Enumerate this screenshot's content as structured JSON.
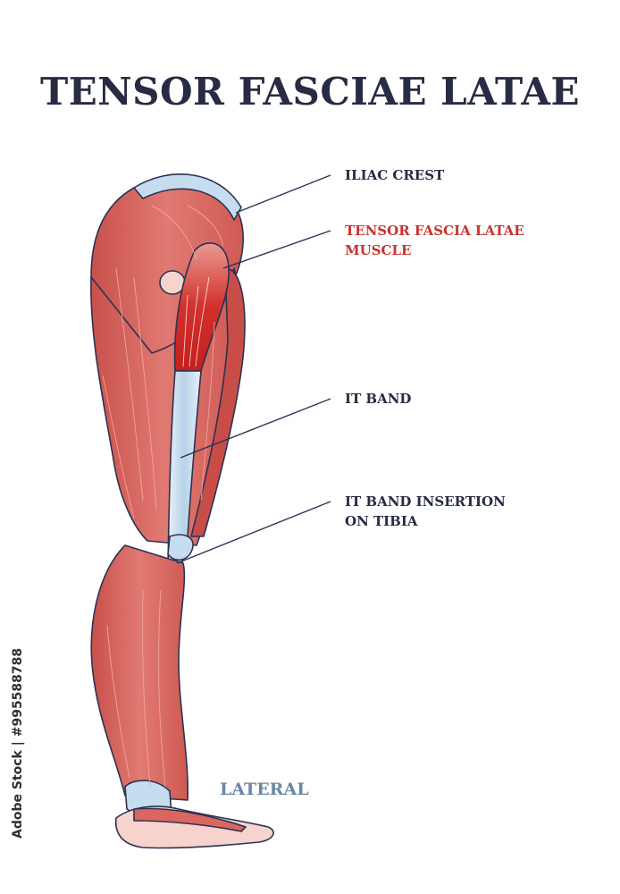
{
  "title": "TENSOR FASCIAE LATAE",
  "labels": {
    "iliac_crest": "ILIAC CREST",
    "tfl_muscle_line1": "TENSOR FASCIA LATAE",
    "tfl_muscle_line2": "MUSCLE",
    "it_band": "IT BAND",
    "it_insertion_line1": "IT BAND INSERTION",
    "it_insertion_line2": "ON TIBIA"
  },
  "view": "LATERAL",
  "watermark": "Adobe Stock | #995588788",
  "colors": {
    "title": "#272c44",
    "highlight_label": "#c8332e",
    "view_label": "#6b87a5",
    "muscle": "#d9665f",
    "muscle_dark": "#b8433d",
    "tendon": "#c6dcef",
    "outline": "#2b3352"
  }
}
